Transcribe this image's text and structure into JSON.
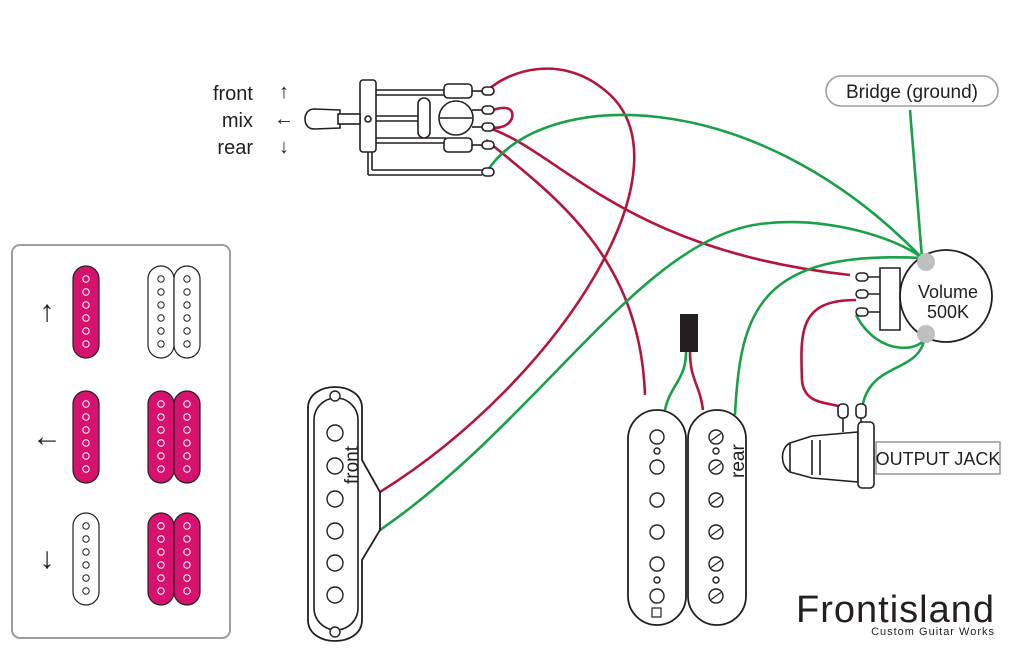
{
  "switch": {
    "positions": [
      {
        "label": "front",
        "arrow": "↑"
      },
      {
        "label": "mix",
        "arrow": "←"
      },
      {
        "label": "rear",
        "arrow": "↓"
      }
    ]
  },
  "legend": {
    "rows": [
      {
        "arrow": "↑",
        "single_active": true,
        "humbucker_active": false
      },
      {
        "arrow": "←",
        "single_active": true,
        "humbucker_active": true
      },
      {
        "arrow": "↓",
        "single_active": false,
        "humbucker_active": true
      }
    ]
  },
  "labels": {
    "bridge": "Bridge (ground)",
    "volume_line1": "Volume",
    "volume_line2": "500K",
    "output_jack": "OUTPUT JACK",
    "front_pickup": "front",
    "rear_pickup": "rear"
  },
  "brand": {
    "name": "Frontisland",
    "tagline": "Custom Guitar Works"
  },
  "colors": {
    "hot_wire": "#b5143c",
    "ground_wire": "#1aa049",
    "active_pickup": "#d6126e",
    "outline": "#231f20",
    "lug_fill": "#bfbfbf"
  }
}
